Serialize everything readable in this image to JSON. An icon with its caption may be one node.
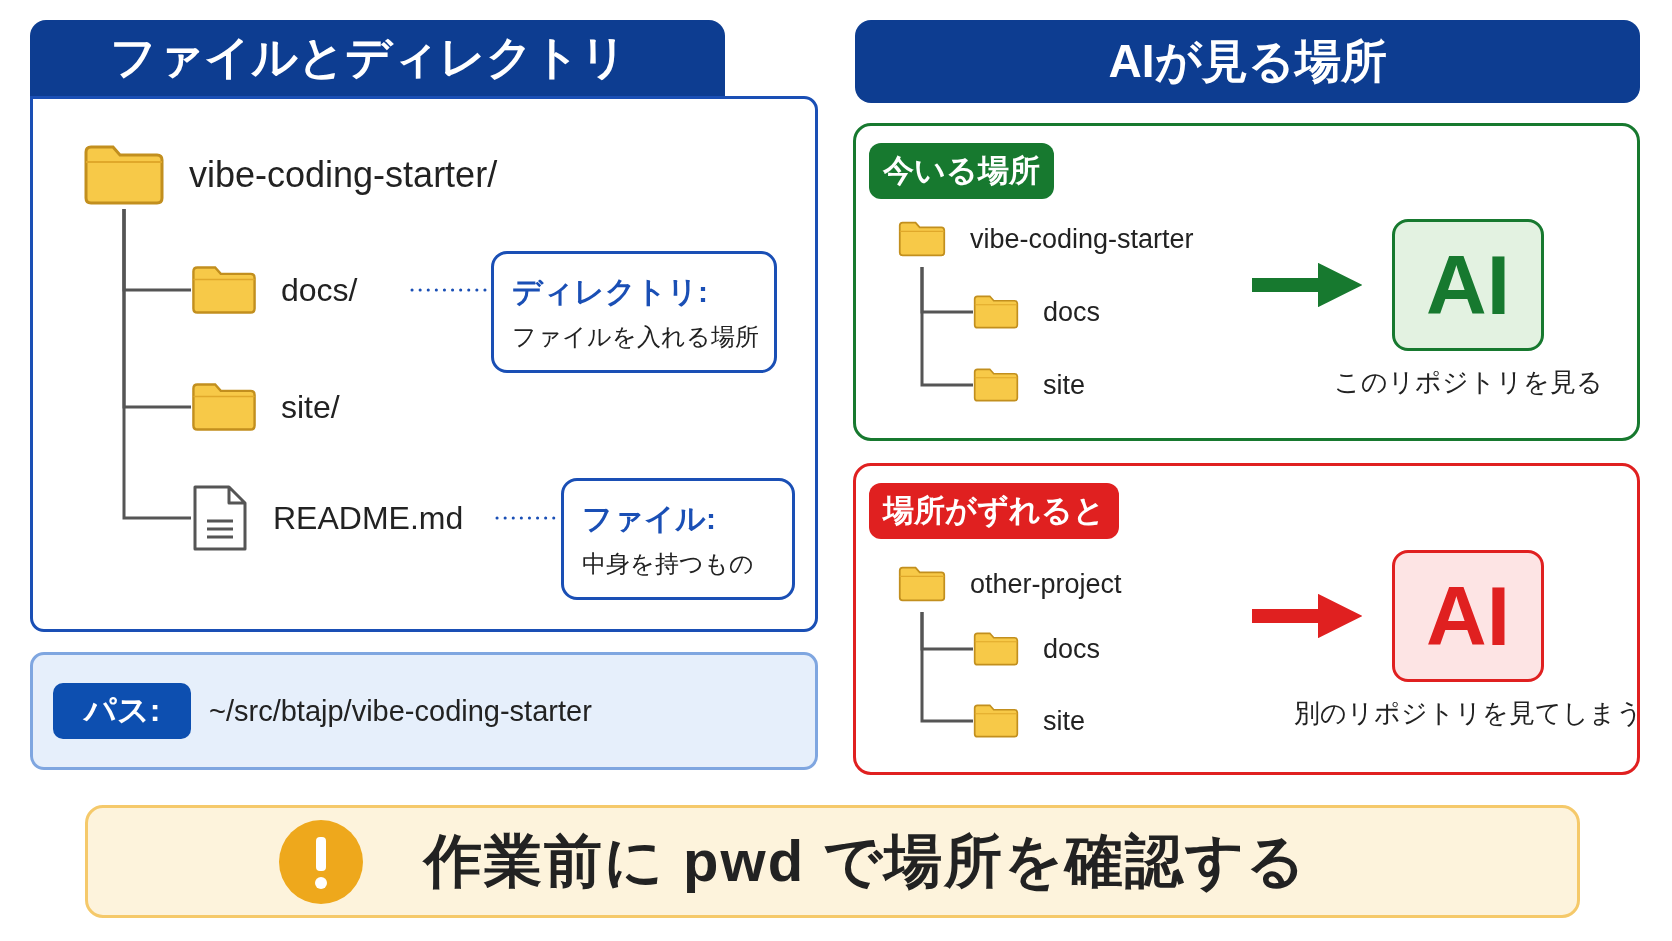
{
  "diagram": {
    "nodes": [
      {
        "text": [
          "ファイルとディレクトリ"
        ]
      },
      {
        "text": [],
        "shape": "box"
      },
      {
        "text": [
          "vibe-coding-starter/"
        ],
        "in": 1
      },
      {
        "text": [
          "docs/"
        ],
        "in": 1
      },
      {
        "text": [
          "site/"
        ],
        "in": 1
      },
      {
        "text": [
          "README.md"
        ],
        "in": 1
      },
      {
        "text": [
          "ディレクトリ:",
          "ファイルを入れる場所"
        ],
        "in": 1
      },
      {
        "text": [
          "ファイル:",
          "中身を持つもの"
        ],
        "in": 1
      },
      {
        "text": [
          "パス:",
          "~/src/btajp/vibe-coding-starter"
        ]
      },
      {
        "text": [
          "AIが見る場所"
        ]
      },
      {
        "text": [
          "今いる場所"
        ]
      },
      {
        "text": [
          "vibe-coding-starter"
        ],
        "in": 10
      },
      {
        "text": [
          "docs"
        ],
        "in": 10
      },
      {
        "text": [
          "site"
        ],
        "in": 10
      },
      {
        "text": [
          "AI"
        ],
        "beside": [
          "このリポジトリを見る"
        ],
        "in": 10
      },
      {
        "text": [
          "場所がずれると"
        ]
      },
      {
        "text": [
          "other-project"
        ],
        "in": 15
      },
      {
        "text": [
          "docs"
        ],
        "in": 15
      },
      {
        "text": [
          "site"
        ],
        "in": 15
      },
      {
        "text": [
          "AI"
        ],
        "beside": [
          "別のリポジトリを見てしまう"
        ],
        "in": 15
      },
      {
        "text": [
          "作業前に pwd で場所を確認する"
        ]
      }
    ],
    "edges": [
      {
        "from": 2,
        "to": 3,
        "arrow": "none"
      },
      {
        "from": 2,
        "to": 4,
        "arrow": "none"
      },
      {
        "from": 2,
        "to": 5,
        "arrow": "none"
      },
      {
        "from": 3,
        "to": 6,
        "arrow": "none",
        "style": "dashed",
        "color": "#1a4fb5"
      },
      {
        "from": 5,
        "to": 7,
        "arrow": "none",
        "style": "dashed",
        "color": "#1a4fb5"
      },
      {
        "from": 11,
        "to": 12,
        "arrow": "none"
      },
      {
        "from": 11,
        "to": 13,
        "arrow": "none"
      },
      {
        "from": null,
        "to": 14,
        "arrow": "to",
        "style": "thick",
        "color": "#17792f"
      },
      {
        "from": 16,
        "to": 17,
        "arrow": "none"
      },
      {
        "from": 16,
        "to": 18,
        "arrow": "none"
      },
      {
        "from": null,
        "to": 19,
        "arrow": "to",
        "style": "thick",
        "color": "#e02020"
      }
    ]
  }
}
